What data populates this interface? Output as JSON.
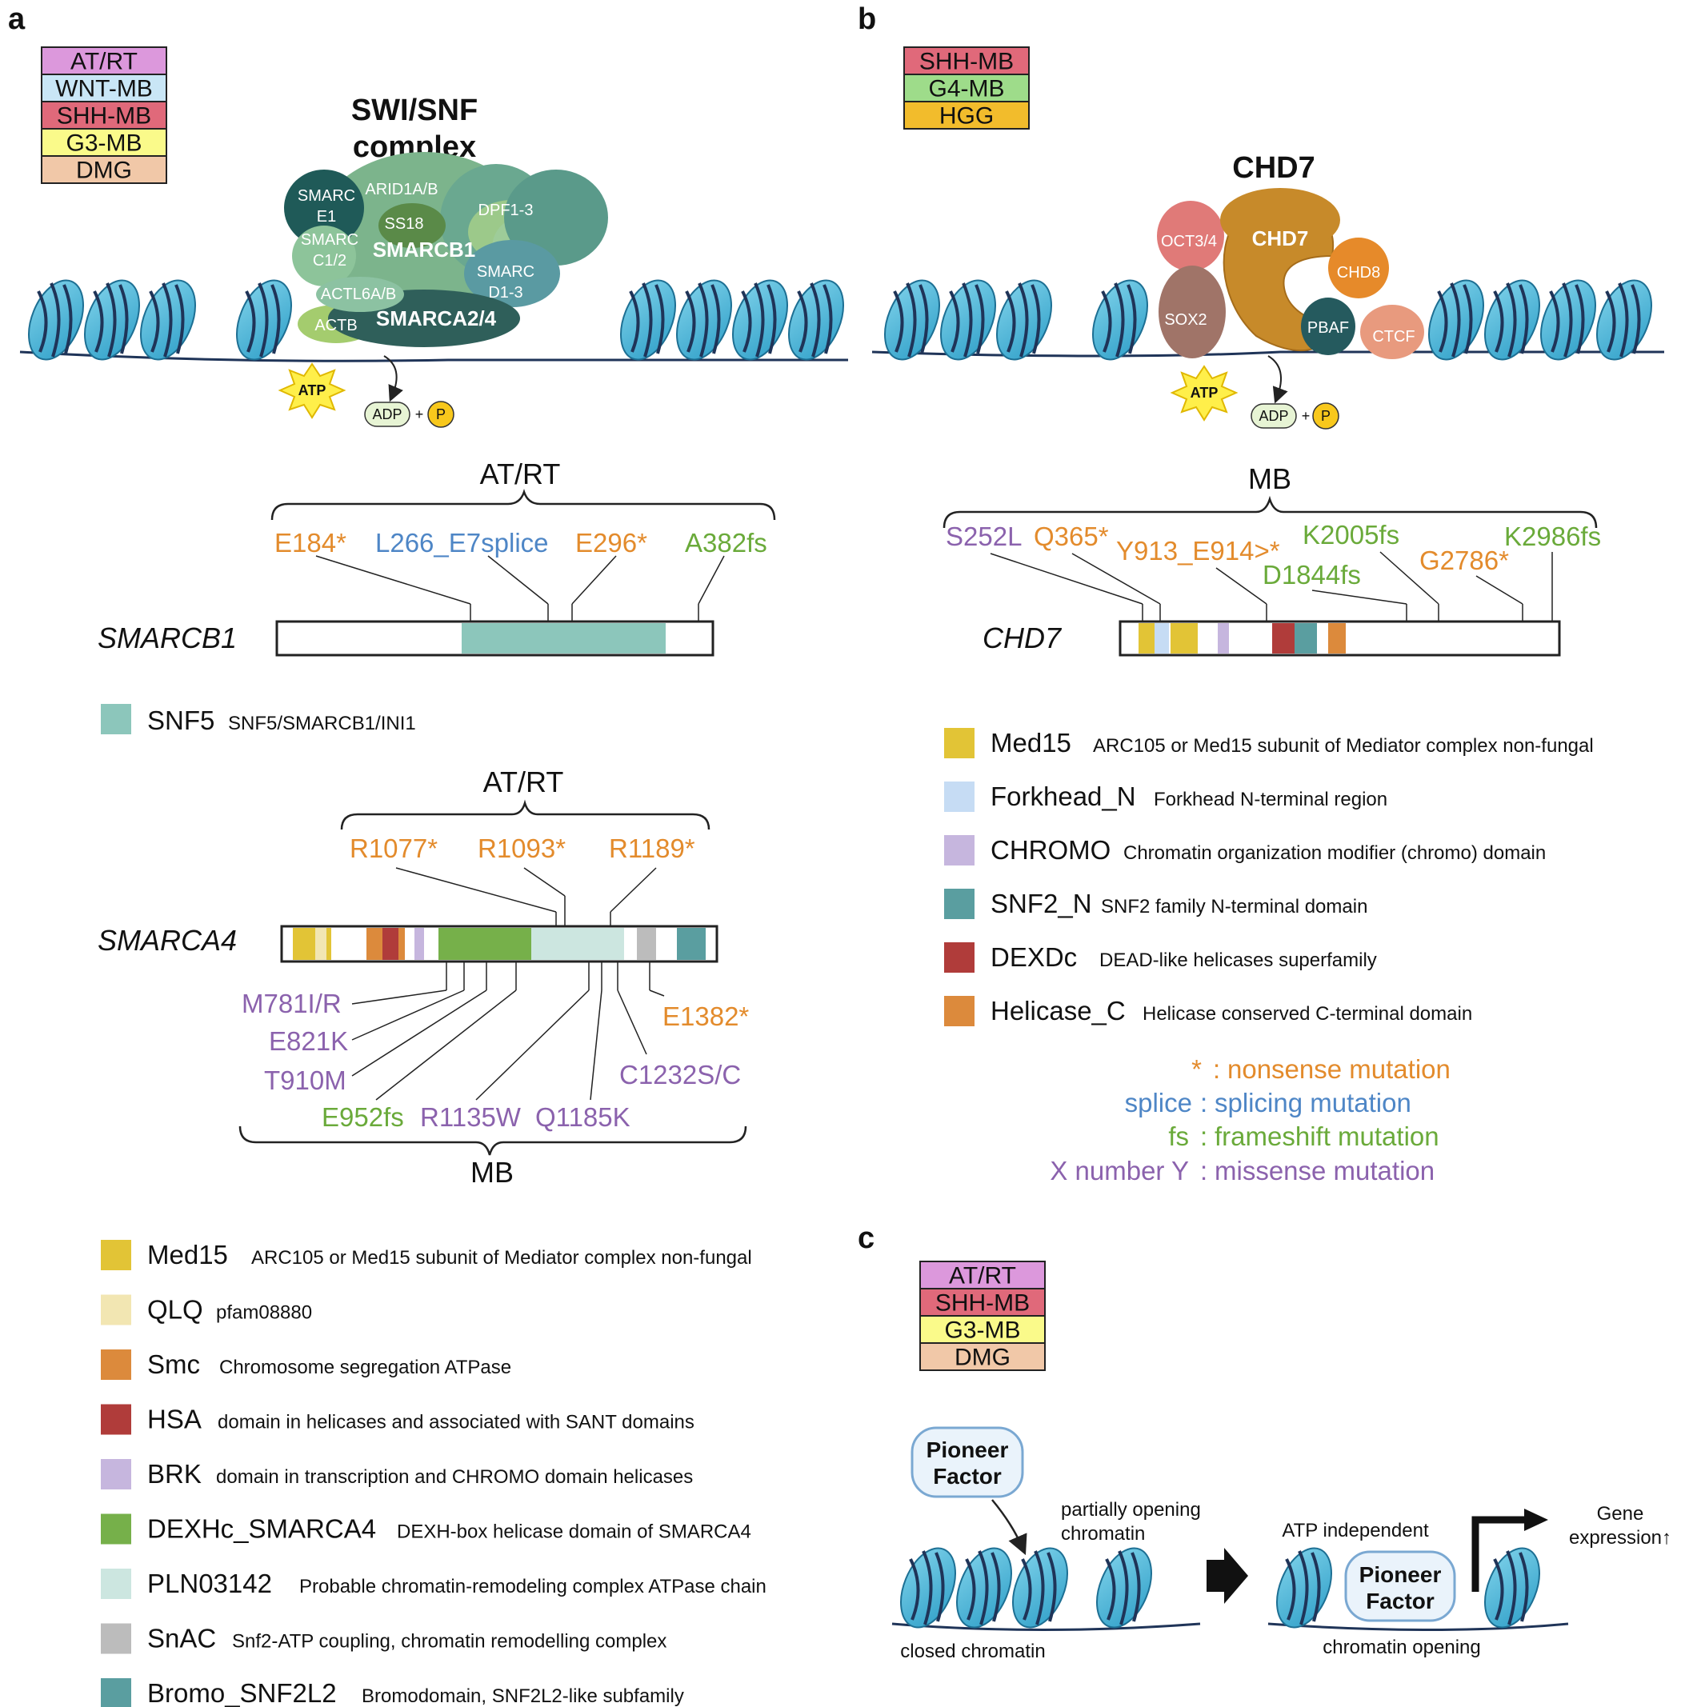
{
  "panels": {
    "a": "a",
    "b": "b",
    "c": "c"
  },
  "tumor_keys": {
    "a": [
      {
        "label": "AT/RT",
        "color": "#dc98dc"
      },
      {
        "label": "WNT-MB",
        "color": "#c9e6f6"
      },
      {
        "label": "SHH-MB",
        "color": "#e0697a"
      },
      {
        "label": "G3-MB",
        "color": "#fafa8a"
      },
      {
        "label": "DMG",
        "color": "#f1c8a8"
      }
    ],
    "b": [
      {
        "label": "SHH-MB",
        "color": "#e0697a"
      },
      {
        "label": "G4-MB",
        "color": "#9edc8a"
      },
      {
        "label": "HGG",
        "color": "#f2bc2c"
      }
    ],
    "c": [
      {
        "label": "AT/RT",
        "color": "#dc98dc"
      },
      {
        "label": "SHH-MB",
        "color": "#e0697a"
      },
      {
        "label": "G3-MB",
        "color": "#fafa8a"
      },
      {
        "label": "DMG",
        "color": "#f1c8a8"
      }
    ]
  },
  "swisnf": {
    "title_line1": "SWI/SNF",
    "title_line2": "complex",
    "subunits": {
      "smarce1": "SMARC\nE1",
      "arid1ab": "ARID1A/B",
      "ss18": "SS18",
      "dpf13": "DPF1-3",
      "smarcc12": "SMARC\nC1/2",
      "smarcb1": "SMARCB1",
      "smarcd13": "SMARC\nD1-3",
      "actl6ab": "ACTL6A/B",
      "actb": "ACTB",
      "smarca24": "SMARCA2/4"
    }
  },
  "chd7_complex": {
    "title": "CHD7",
    "subunits": {
      "oct34": "OCT3/4",
      "chd7": "CHD7",
      "chd8": "CHD8",
      "sox2": "SOX2",
      "pbaf": "PBAF",
      "ctcf": "CTCF"
    }
  },
  "energy": {
    "atp": "ATP",
    "adp": "ADP",
    "plus": "+",
    "p": "P"
  },
  "smarcb1_gene": {
    "gene": "SMARCB1",
    "group": "AT/RT",
    "mutations": [
      {
        "label": "E184*",
        "type": "nonsense"
      },
      {
        "label": "L266_E7splice",
        "type": "splice"
      },
      {
        "label": "E296*",
        "type": "nonsense"
      },
      {
        "label": "A382fs",
        "type": "frameshift"
      }
    ],
    "domain_legend": [
      {
        "name": "SNF5",
        "desc": "SNF5/SMARCB1/INI1",
        "color": "#8cc6bb"
      }
    ]
  },
  "smarca4_gene": {
    "gene": "SMARCA4",
    "group_top": "AT/RT",
    "group_bottom": "MB",
    "top_mutations": [
      {
        "label": "R1077*",
        "type": "nonsense"
      },
      {
        "label": "R1093*",
        "type": "nonsense"
      },
      {
        "label": "R1189*",
        "type": "nonsense"
      }
    ],
    "bottom_mutations": [
      {
        "label": "M781I/R",
        "type": "missense"
      },
      {
        "label": "E821K",
        "type": "missense"
      },
      {
        "label": "T910M",
        "type": "missense"
      },
      {
        "label": "E952fs",
        "type": "frameshift"
      },
      {
        "label": "R1135W",
        "type": "missense"
      },
      {
        "label": "Q1185K",
        "type": "missense"
      },
      {
        "label": "C1232S/C",
        "type": "missense"
      },
      {
        "label": "E1382*",
        "type": "nonsense"
      }
    ],
    "domain_legend": [
      {
        "name": "Med15",
        "desc": "ARC105 or Med15 subunit of Mediator complex non-fungal",
        "color": "#e2c436"
      },
      {
        "name": "QLQ",
        "desc": "pfam08880",
        "color": "#f2e6b2"
      },
      {
        "name": "Smc",
        "desc": "Chromosome segregation ATPase",
        "color": "#dc8a3c"
      },
      {
        "name": "HSA",
        "desc": "domain in helicases and associated with SANT domains",
        "color": "#b03c3a"
      },
      {
        "name": "BRK",
        "desc": "domain in transcription and CHROMO domain helicases",
        "color": "#c6b6de"
      },
      {
        "name": "DEXHc_SMARCA4",
        "desc": "DEXH-box helicase domain of SMARCA4",
        "color": "#76b04a"
      },
      {
        "name": "PLN03142",
        "desc": "Probable chromatin-remodeling complex ATPase chain",
        "color": "#cce6e0"
      },
      {
        "name": "SnAC",
        "desc": "Snf2-ATP coupling, chromatin remodelling complex",
        "color": "#bcbcbc"
      },
      {
        "name": "Bromo_SNF2L2",
        "desc": "Bromodomain, SNF2L2-like subfamily",
        "color": "#5a9ea0"
      }
    ]
  },
  "chd7_gene": {
    "gene": "CHD7",
    "group": "MB",
    "mutations": [
      {
        "label": "S252L",
        "type": "missense"
      },
      {
        "label": "Q365*",
        "type": "nonsense"
      },
      {
        "label": "Y913_E914>*",
        "type": "nonsense"
      },
      {
        "label": "D1844fs",
        "type": "frameshift"
      },
      {
        "label": "K2005fs",
        "type": "frameshift"
      },
      {
        "label": "G2786*",
        "type": "nonsense"
      },
      {
        "label": "K2986fs",
        "type": "frameshift"
      }
    ],
    "domain_legend": [
      {
        "name": "Med15",
        "desc": "ARC105 or Med15 subunit of Mediator complex non-fungal",
        "color": "#e2c436"
      },
      {
        "name": "Forkhead_N",
        "desc": "Forkhead N-terminal region",
        "color": "#c6dcf4"
      },
      {
        "name": "CHROMO",
        "desc": "Chromatin organization modifier (chromo) domain",
        "color": "#c6b6de"
      },
      {
        "name": "SNF2_N",
        "desc": "SNF2 family N-terminal domain",
        "color": "#5a9ea0"
      },
      {
        "name": "DEXDc",
        "desc": "DEAD-like helicases superfamily",
        "color": "#b03c3a"
      },
      {
        "name": "Helicase_C",
        "desc": "Helicase conserved C-terminal domain",
        "color": "#dc8a3c"
      }
    ]
  },
  "mutation_key": [
    {
      "symbol": "*",
      "desc": "nonsense mutation",
      "type": "nonsense"
    },
    {
      "symbol": "splice",
      "desc": "splicing mutation",
      "type": "splice"
    },
    {
      "symbol": "fs",
      "desc": "frameshift mutation",
      "type": "frameshift"
    },
    {
      "symbol": "X number Y",
      "desc": "missense mutation",
      "type": "missense"
    }
  ],
  "mutation_colors": {
    "nonsense": "#e38b2c",
    "splice": "#4e86c6",
    "frameshift": "#6aaa3a",
    "missense": "#8b62ad"
  },
  "pioneer": {
    "pioneer_line1": "Pioneer",
    "pioneer_line2": "Factor",
    "partially_line1": "partially opening",
    "partially_line2": "chromatin",
    "closed": "closed chromatin",
    "atp_independent": "ATP independent",
    "opening": "chromatin opening",
    "gene_line1": "Gene",
    "gene_line2": "expression↑"
  }
}
